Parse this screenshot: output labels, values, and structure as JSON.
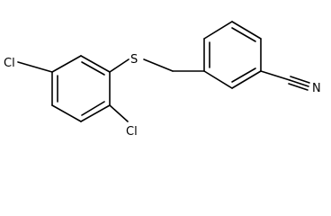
{
  "molecule": {
    "atoms": {
      "cl_top": "Cl",
      "cl_bottom": "Cl",
      "sulfur": "S",
      "nitrogen": "N"
    }
  }
}
